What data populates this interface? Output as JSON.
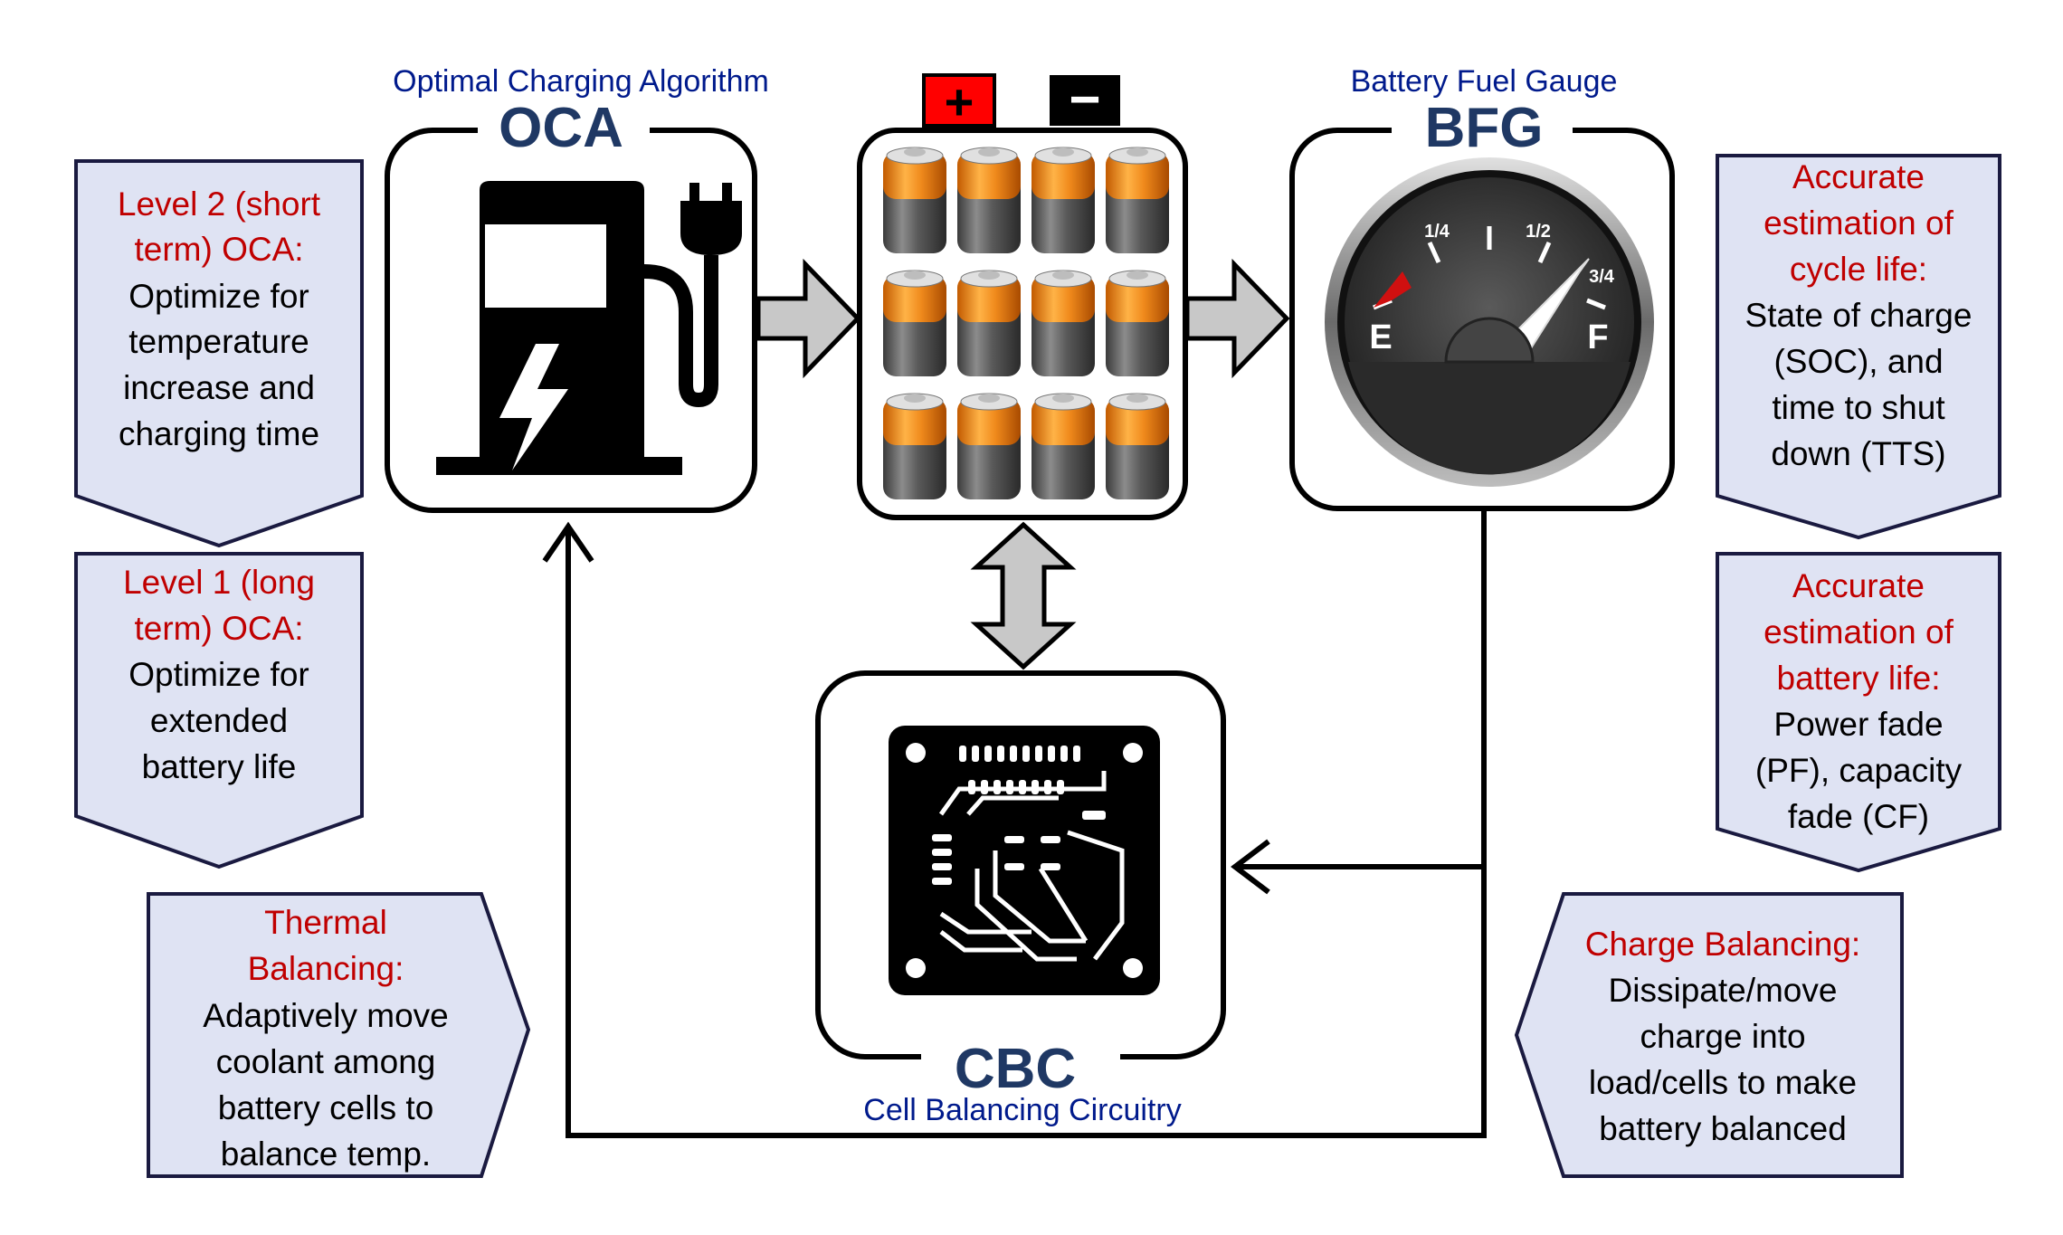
{
  "colors": {
    "callout_fill": "#dfe3f3",
    "callout_stroke": "#1a1a40",
    "red_text": "#c00000",
    "blue_text": "#001a8c",
    "abbr_text": "#1f3864",
    "arrow_fill": "#c8c8c8",
    "plus_box": "#ff0000",
    "minus_box": "#000000"
  },
  "oca": {
    "title": "Optimal Charging Algorithm",
    "abbr": "OCA",
    "icon": "ev-charging-station-icon"
  },
  "battery": {
    "plus": "+",
    "minus": "−",
    "icon": "battery-cell-icon",
    "cell_count": 12
  },
  "bfg": {
    "title": "Battery Fuel Gauge",
    "abbr": "BFG",
    "icon": "fuel-gauge-icon",
    "gauge_labels": {
      "e": "E",
      "f": "F",
      "q1": "1/4",
      "q2": "1/2",
      "q3": "3/4"
    }
  },
  "cbc": {
    "title": "Cell Balancing Circuitry",
    "abbr": "CBC",
    "icon": "circuit-board-icon"
  },
  "callouts": {
    "level2": {
      "red": [
        "Level 2 (short",
        "term) OCA:"
      ],
      "black": [
        "Optimize for",
        "temperature",
        "increase and",
        "charging time"
      ]
    },
    "level1": {
      "red": [
        "Level 1 (long",
        "term) OCA:"
      ],
      "black": [
        "Optimize for",
        "extended",
        "battery life"
      ]
    },
    "thermal": {
      "red": [
        "Thermal",
        "Balancing:"
      ],
      "black": [
        "Adaptively move",
        "coolant among",
        "battery cells to",
        "balance temp."
      ]
    },
    "cycle": {
      "red": [
        "Accurate",
        "estimation of",
        "cycle life:"
      ],
      "black": [
        "State of charge",
        "(SOC), and",
        "time to shut",
        "down (TTS)"
      ]
    },
    "batterylife": {
      "red": [
        "Accurate",
        "estimation of",
        "battery life:"
      ],
      "black": [
        "Power fade",
        "(PF), capacity",
        "fade (CF)"
      ]
    },
    "charge": {
      "red": [
        "Charge Balancing:"
      ],
      "black": [
        "Dissipate/move",
        "charge into",
        "load/cells to make",
        "battery balanced"
      ]
    }
  }
}
